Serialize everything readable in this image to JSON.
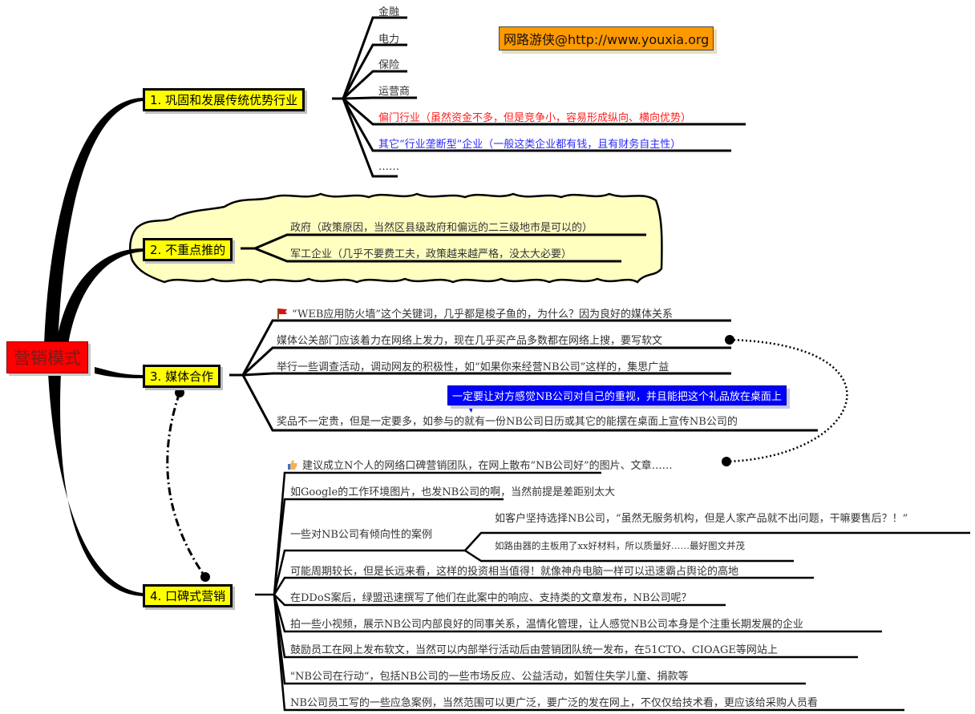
{
  "watermark": "网路游侠@http://www.youxia.org",
  "root": {
    "label": "营销模式",
    "color": "#ff0000"
  },
  "topics": [
    {
      "label": "1. 巩固和发展传统优势行业",
      "children": [
        {
          "label": "金融",
          "style": "normal"
        },
        {
          "label": "电力",
          "style": "normal"
        },
        {
          "label": "保险",
          "style": "normal"
        },
        {
          "label": "运营商",
          "style": "normal"
        },
        {
          "label": "偏门行业（虽然资金不多，但是竞争小，容易形成纵向、横向优势）",
          "style": "red"
        },
        {
          "label": "其它“行业垄断型”企业（一般这类企业都有钱，且有财务自主性）",
          "style": "blue"
        },
        {
          "label": "……",
          "style": "normal"
        }
      ]
    },
    {
      "label": "2. 不重点推的",
      "boundary": "cloud",
      "boundary_color": "#ffffc0",
      "children": [
        {
          "label": "政府（政策原因，当然区县级政府和偏远的二三级地市是可以的）"
        },
        {
          "label": "军工企业（几乎不要费工夫，政策越来越严格，没太大必要）"
        }
      ]
    },
    {
      "label": "3. 媒体合作",
      "children": [
        {
          "label": "“WEB应用防火墙”这个关键词，几乎都是梭子鱼的，为什么？因为良好的媒体关系",
          "icon": "red-flag-icon"
        },
        {
          "label": "媒体公关部门应该着力在网络上发力，现在几乎买产品多数都在网络上搜，要写软文"
        },
        {
          "label": "举行一些调查活动，调动网友的积极性，如“如果你来经营NB公司”这样的，集思广益"
        },
        {
          "label": "奖品不一定贵，但是一定要多，如参与的就有一份NB公司日历或其它的能摆在桌面上宣传NB公司的",
          "callout": "一定要让对方感觉NB公司对自己的重视，并且能把这个礼品放在桌面上"
        }
      ]
    },
    {
      "label": "4. 口碑式营销",
      "children": [
        {
          "label": "建议成立N个人的网络口碑营销团队，在网上散布“NB公司好”的图片、文章……",
          "icon": "thumbs-up-icon"
        },
        {
          "label": "如Google的工作环境图片，也发NB公司的啊，当然前提是差距别太大"
        },
        {
          "label": "一些对NB公司有倾向性的案例",
          "children": [
            {
              "label": "如客户坚持选择NB公司，“虽然无服务机构，但是人家产品就不出问题，干嘛要售后？！”"
            },
            {
              "label": "如路由器的主板用了xx好材料，所以质量好……最好图文并茂"
            }
          ]
        },
        {
          "label": "可能周期较长，但是长远来看，这样的投资相当值得！就像神舟电脑一样可以迅速霸占舆论的高地"
        },
        {
          "label": "在DDoS案后，绿盟迅速撰写了他们在此案中的响应、支持类的文章发布，NB公司呢？"
        },
        {
          "label": "拍一些小视频，展示NB公司内部良好的同事关系，温情化管理，让人感觉NB公司本身是个注重长期发展的企业"
        },
        {
          "label": "鼓励员工在网上发布软文，当然可以内部举行活动后由营销团队统一发布，在51CTO、CIOAGE等网站上"
        },
        {
          "label": "\"NB公司在行动“，包括NB公司的一些市场反应、公益活动，如暂住失学儿童、捐款等"
        },
        {
          "label": "NB公司员工写的一些应急案例，当然范围可以更广泛，要广泛的发在网上，不仅仅给技术看，更应该给采购人员看"
        }
      ]
    }
  ],
  "relationships": [
    {
      "from": "3. 媒体合作",
      "to": "4. 口碑式营销",
      "style": "dash-dot"
    },
    {
      "from": "媒体公关部门应该着力在网络上发力",
      "to": "建议成立N个人的网络口碑营销团队",
      "style": "dotted"
    }
  ]
}
